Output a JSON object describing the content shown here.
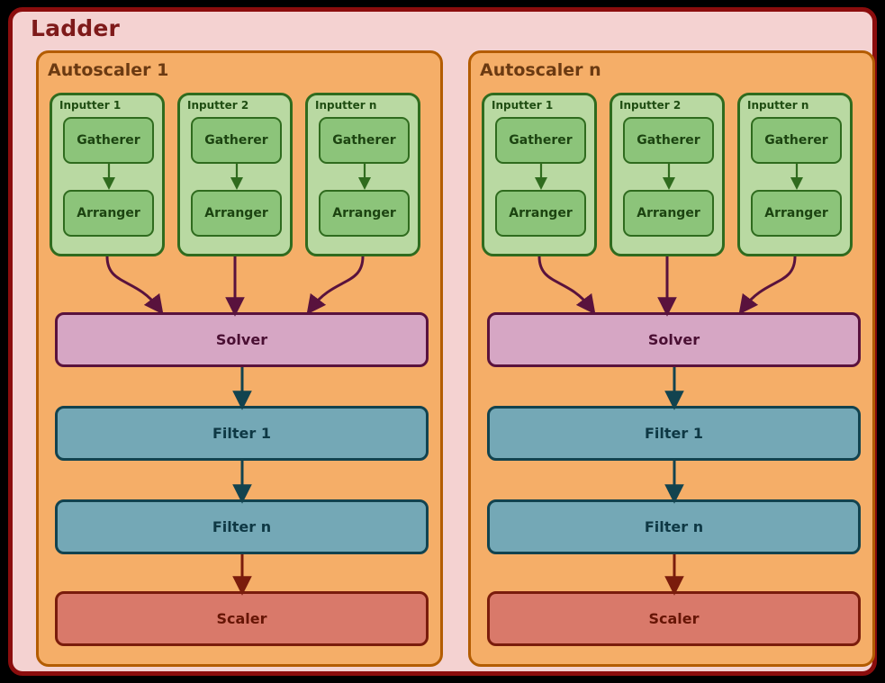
{
  "diagram": {
    "title": "Ladder",
    "type": "architecture-block-diagram",
    "colors": {
      "canvas": "#000000",
      "ladder_bg": "#f4d2d1",
      "ladder_border": "#8b0d0d",
      "ladder_title": "#7e1a1a",
      "autoscaler_bg": "#f5ae68",
      "autoscaler_border": "#b35c00",
      "autoscaler_title": "#6b3a12",
      "inputter_bg": "#b9d9a2",
      "inputter_border": "#2f6b1e",
      "inner_green_bg": "#8cc47a",
      "solver_bg": "#d6a6c4",
      "solver_border": "#59123d",
      "filter_bg": "#74a8b6",
      "filter_border": "#12434f",
      "scaler_bg": "#d9796a",
      "scaler_border": "#7a1c0c",
      "arrow_purple": "#59123d",
      "arrow_teal": "#12434f",
      "arrow_darkred": "#7a1c0c",
      "arrow_green": "#2f6b1e"
    },
    "autoscalers": [
      {
        "title": "Autoscaler 1",
        "inputters": [
          {
            "title": "Inputter 1",
            "gatherer": "Gatherer",
            "arranger": "Arranger"
          },
          {
            "title": "Inputter 2",
            "gatherer": "Gatherer",
            "arranger": "Arranger"
          },
          {
            "title": "Inputter n",
            "gatherer": "Gatherer",
            "arranger": "Arranger"
          }
        ],
        "stages": {
          "solver": "Solver",
          "filter_first": "Filter 1",
          "filter_last": "Filter n",
          "scaler": "Scaler"
        }
      },
      {
        "title": "Autoscaler n",
        "inputters": [
          {
            "title": "Inputter 1",
            "gatherer": "Gatherer",
            "arranger": "Arranger"
          },
          {
            "title": "Inputter 2",
            "gatherer": "Gatherer",
            "arranger": "Arranger"
          },
          {
            "title": "Inputter n",
            "gatherer": "Gatherer",
            "arranger": "Arranger"
          }
        ],
        "stages": {
          "solver": "Solver",
          "filter_first": "Filter 1",
          "filter_last": "Filter n",
          "scaler": "Scaler"
        }
      }
    ]
  }
}
